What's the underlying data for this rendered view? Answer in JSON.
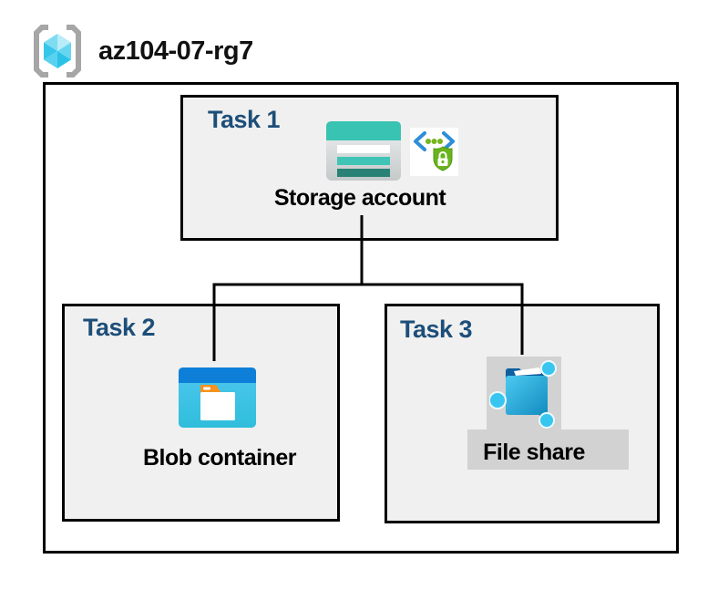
{
  "header": {
    "title": "az104-07-rg7",
    "icon": "resource-group-icon"
  },
  "resource_group": {
    "tasks": [
      {
        "label": "Task 1",
        "node_label": "Storage account",
        "icons": [
          "storage-account-icon",
          "code-shield-lock-icon"
        ],
        "highlighted": false
      },
      {
        "label": "Task 2",
        "node_label": "Blob container",
        "icons": [
          "blob-container-icon"
        ],
        "highlighted": false
      },
      {
        "label": "Task 3",
        "node_label": "File share",
        "icons": [
          "file-share-icon"
        ],
        "highlighted": true
      }
    ]
  },
  "connections": [
    {
      "from": "Storage account",
      "to": "Blob container"
    },
    {
      "from": "Storage account",
      "to": "File share"
    }
  ],
  "colors": {
    "task_label": "#1d4e79",
    "task_box_fill": "#f0f0f0",
    "border": "#000000",
    "selection_highlight": "#d2d2d2",
    "storage_teal": "#3bc3b3",
    "storage_teal_dark": "#2a8176",
    "blob_header_blue": "#0e7fd9",
    "blob_body_cyan": "#3ec3e9",
    "file_share_folder_blue": "#1e9ed3",
    "file_share_node_cyan": "#38c6f1",
    "sas_bracket_blue": "#2e8ed6",
    "sas_shield_green": "#69b41e",
    "rg_bracket_gray": "#a6a6a6",
    "rg_cube_cyan": "#5fd4f0"
  }
}
